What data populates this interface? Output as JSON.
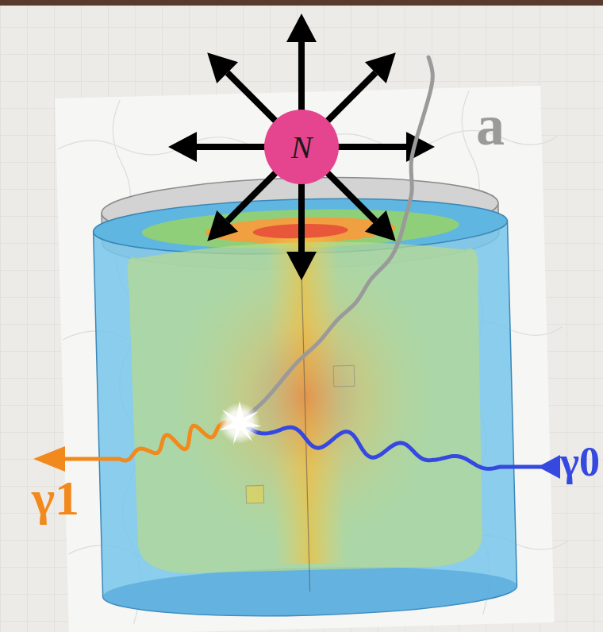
{
  "diagram": {
    "nodes": [
      {
        "text": [
          "N"
        ]
      }
    ],
    "labels": [
      "a",
      "γ1",
      "γ0"
    ]
  }
}
